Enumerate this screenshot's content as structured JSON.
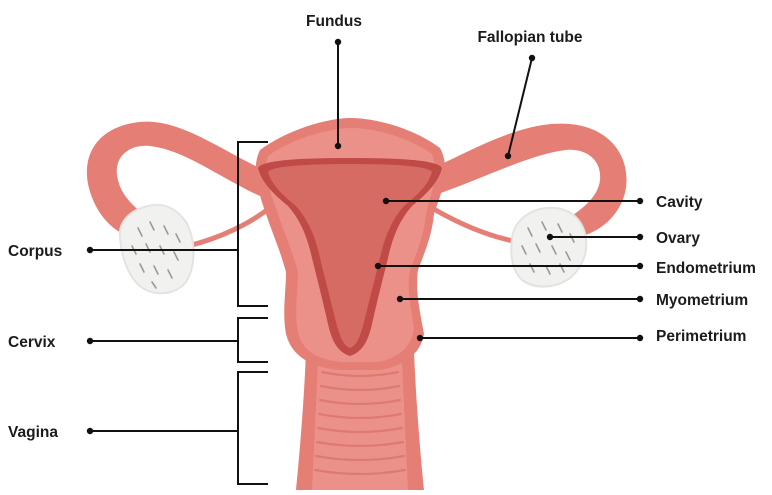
{
  "labels": {
    "fundus": "Fundus",
    "fallopian_tube": "Fallopian tube",
    "cavity": "Cavity",
    "ovary": "Ovary",
    "endometrium": "Endometrium",
    "myometrium": "Myometrium",
    "perimetrium": "Perimetrium",
    "corpus": "Corpus",
    "cervix": "Cervix",
    "vagina": "Vagina"
  },
  "colors": {
    "perimetrium": "#e57f76",
    "myometrium": "#ec9189",
    "cavity": "#d66b63",
    "endometrium": "#c04a45",
    "ovary": "#f1f1ef",
    "line": "#111111"
  }
}
